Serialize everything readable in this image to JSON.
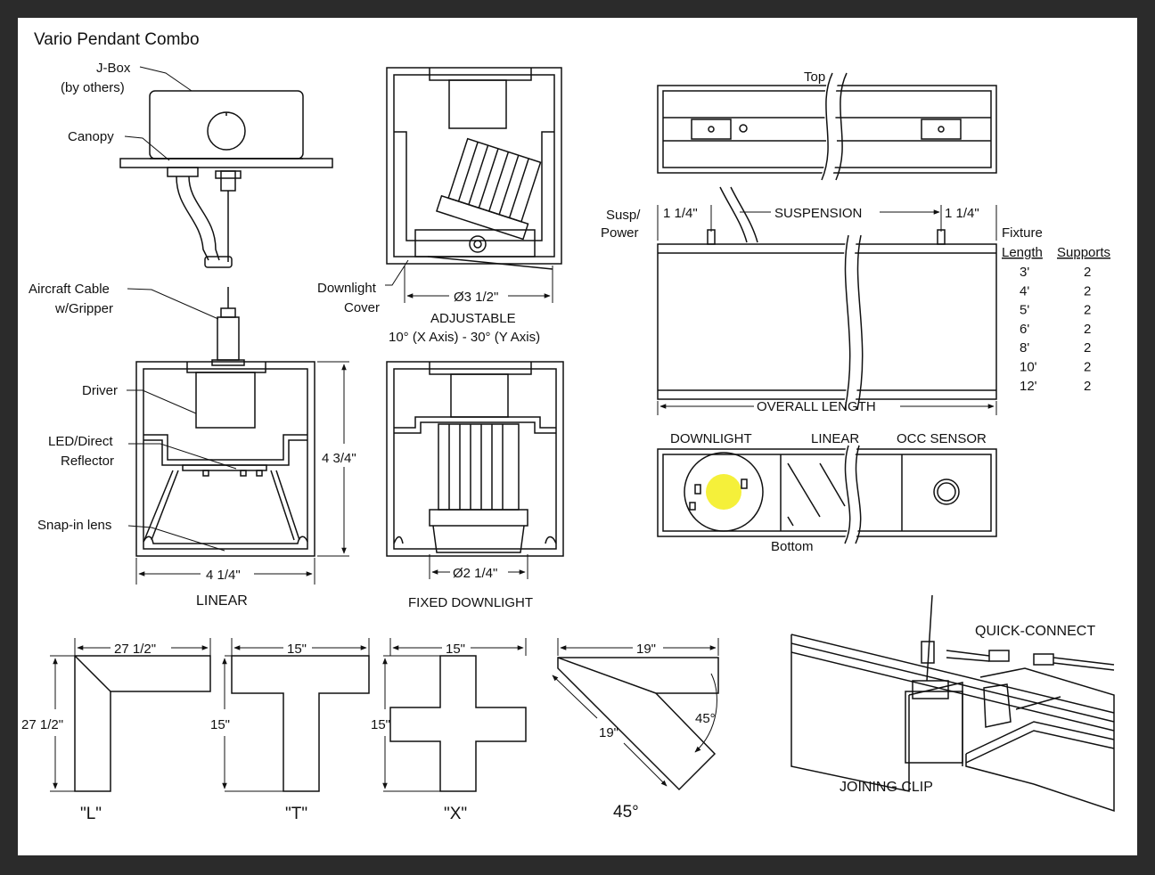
{
  "title": "Vario Pendant Combo",
  "side": {
    "jbox": [
      "J-Box",
      "(by others)"
    ],
    "canopy": "Canopy",
    "aircraft": [
      "Aircraft Cable",
      "w/Gripper"
    ],
    "driver": "Driver",
    "led": [
      "LED/Direct",
      "Reflector"
    ],
    "snap": "Snap-in lens",
    "width": "4 1/4\"",
    "height": "4 3/4\"",
    "caption": "LINEAR"
  },
  "adjustable": {
    "cover": [
      "Downlight",
      "Cover"
    ],
    "dia": "Ø3 1/2\"",
    "caption": "ADJUSTABLE",
    "axis": "10° (X Axis)  -  30° (Y Axis)"
  },
  "fixed": {
    "dia": "Ø2 1/4\"",
    "caption": "FIXED DOWNLIGHT"
  },
  "top_view": {
    "label": "Top"
  },
  "elevation": {
    "susp": [
      "Susp/",
      "Power"
    ],
    "left_dim": "1 1/4\"",
    "center": "SUSPENSION",
    "right_dim": "1 1/4\"",
    "overall": "OVERALL LENGTH"
  },
  "table": {
    "headers": [
      [
        "Fixture",
        "Length"
      ],
      [
        "Supports"
      ]
    ],
    "rows": [
      [
        "3'",
        "2"
      ],
      [
        "4'",
        "2"
      ],
      [
        "5'",
        "2"
      ],
      [
        "6'",
        "2"
      ],
      [
        "8'",
        "2"
      ],
      [
        "10'",
        "2"
      ],
      [
        "12'",
        "2"
      ]
    ]
  },
  "bottom_view": {
    "labels": [
      "DOWNLIGHT",
      "LINEAR",
      "OCC SENSOR"
    ],
    "caption": "Bottom",
    "accent": "#f5f03a"
  },
  "joints": [
    {
      "name": "\"L\"",
      "top_dim": "27 1/2\"",
      "side_dim": "27 1/2\""
    },
    {
      "name": "\"T\"",
      "top_dim": "15\"",
      "side_dim": "15\""
    },
    {
      "name": "\"X\"",
      "top_dim": "15\"",
      "side_dim": "15\""
    },
    {
      "name": "45°",
      "top_dim": "19\"",
      "diag_dim": "19\"",
      "angle": "45°"
    }
  ],
  "connect": {
    "quick": "QUICK-CONNECT",
    "clip": "JOINING CLIP"
  }
}
